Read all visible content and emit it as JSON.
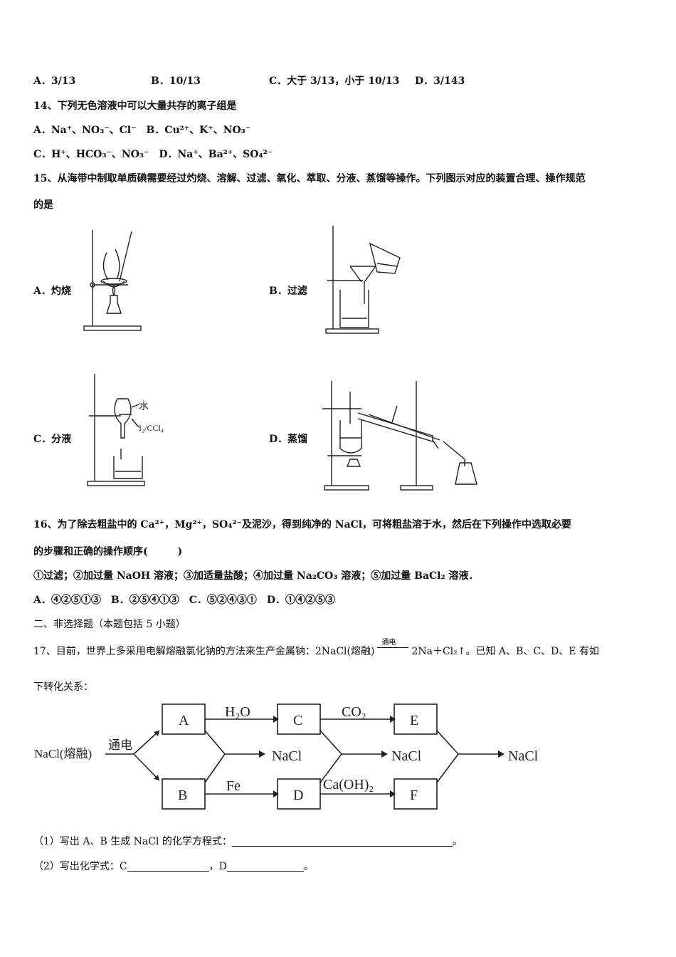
{
  "q13_options": {
    "a": "A．3/13",
    "b": "B．10/13",
    "c": "C．大于 3/13，小于 10/13",
    "d": "D．3/143"
  },
  "q14": {
    "stem": "14、下列无色溶液中可以大量共存的离子组是",
    "row1": "A．Na⁺、NO₃⁻、Cl⁻　B．Cu²⁺、K⁺、NO₃⁻",
    "row2": "C．H⁺、HCO₃⁻、NO₃⁻　D．Na⁺、Ba²⁺、SO₄²⁻"
  },
  "q15": {
    "stem1": "15、从海带中制取单质碘需要经过灼烧、溶解、过滤、氧化、萃取、分液、蒸馏等操作。下列图示对应的装置合理、操作规范",
    "stem2": "的是",
    "a_label": "A．灼烧",
    "b_label": "B．过滤",
    "c_label": "C．分液",
    "d_label": "D．蒸馏",
    "c_water": "水",
    "c_organic": "I₂/CCl₄"
  },
  "q16": {
    "stem1": "16、为了除去粗盐中的 Ca²⁺，Mg²⁺，SO₄²⁻及泥沙，得到纯净的 NaCl，可将粗盐溶于水，然后在下列操作中选取必要",
    "stem2": "的步骤和正确的操作顺序(　　　)",
    "ops": "①过滤；②加过量 NaOH 溶液；③加适量盐酸；④加过量 Na₂CO₃ 溶液；⑤加过量 BaCl₂ 溶液．",
    "choices": "A．④②⑤①③　B．②⑤④①③　C．⑤②④③①　D．①④②⑤③"
  },
  "section2": "二、非选择题（本题包括 5 小题）",
  "q17": {
    "stem_pre": "17、目前，世界上多采用电解熔融氯化钠的方法来生产金属钠：2NaCl(熔融)",
    "cond": "通电",
    "stem_post": "2Na＋Cl₂↑。已知 A、B、C、D、E 有如",
    "stem2": "下转化关系：",
    "diagram": {
      "start": "NaCl(熔融)",
      "arrow0": "通电",
      "box_a": "A",
      "box_b": "B",
      "box_c": "C",
      "box_d": "D",
      "box_e": "E",
      "box_f": "F",
      "h2o": "H₂O",
      "co2": "CO₂",
      "fe": "Fe",
      "caoh2": "Ca(OH)₂",
      "nacl1": "NaCl",
      "nacl2": "NaCl",
      "nacl3": "NaCl"
    },
    "sub1": "（1）写出 A、B 生成 NaCl 的化学方程式：",
    "sub1_end": "。",
    "sub2_pre": "（2）写出化学式：C",
    "sub2_mid": "，D",
    "sub2_end": "。"
  }
}
